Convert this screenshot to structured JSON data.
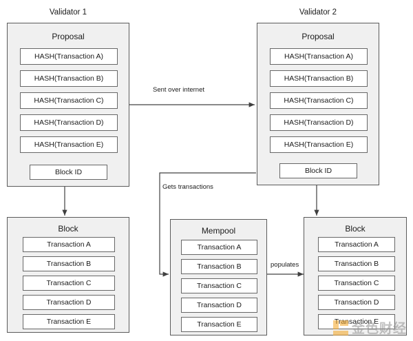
{
  "diagram": {
    "title_left": "Validator 1",
    "title_right": "Validator 2",
    "validator1": {
      "proposal_heading": "Proposal",
      "hashes": [
        "HASH(Transaction A)",
        "HASH(Transaction B)",
        "HASH(Transaction C)",
        "HASH(Transaction D)",
        "HASH(Transaction E)"
      ],
      "block_id": "Block ID"
    },
    "validator2": {
      "proposal_heading": "Proposal",
      "hashes": [
        "HASH(Transaction A)",
        "HASH(Transaction B)",
        "HASH(Transaction C)",
        "HASH(Transaction D)",
        "HASH(Transaction E)"
      ],
      "block_id": "Block ID"
    },
    "block_left": {
      "heading": "Block",
      "transactions": [
        "Transaction A",
        "Transaction B",
        "Transaction C",
        "Transaction D",
        "Transaction E"
      ]
    },
    "mempool": {
      "heading": "Mempool",
      "transactions": [
        "Transaction A",
        "Transaction B",
        "Transaction C",
        "Transaction D",
        "Transaction E"
      ]
    },
    "block_right": {
      "heading": "Block",
      "transactions": [
        "Transaction A",
        "Transaction B",
        "Transaction C",
        "Transaction D",
        "Transaction E"
      ]
    },
    "edges": {
      "sent_over_internet": "Sent over internet",
      "gets_transactions": "Gets transactions",
      "populates": "populates"
    },
    "watermark": {
      "text": "金色财经",
      "accent_color": "#f5a623"
    },
    "colors": {
      "panel_fill": "#f0f0f0",
      "panel_stroke": "#5a5a5a",
      "box_fill": "#ffffff",
      "box_stroke": "#666666",
      "edge_stroke": "#404040",
      "text": "#1a1a1a"
    }
  }
}
